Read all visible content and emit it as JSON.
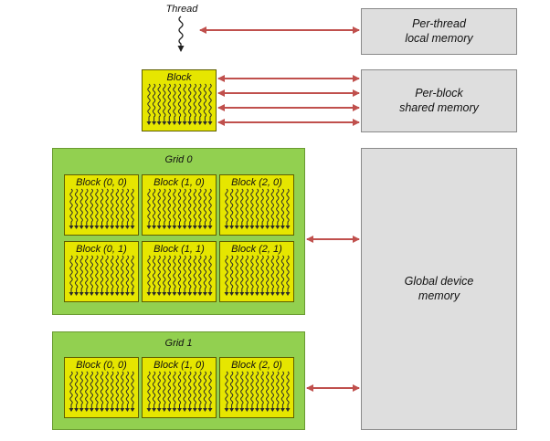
{
  "thread": {
    "label": "Thread"
  },
  "memories": {
    "local": {
      "line1": "Per-thread",
      "line2": "local memory"
    },
    "shared": {
      "line1": "Per-block",
      "line2": "shared memory"
    },
    "global": {
      "line1": "Global device",
      "line2": "memory"
    }
  },
  "single_block": {
    "label": "Block"
  },
  "grid0": {
    "label": "Grid 0",
    "blocks": [
      "Block (0, 0)",
      "Block (1, 0)",
      "Block (2, 0)",
      "Block (0, 1)",
      "Block (1, 1)",
      "Block (2, 1)"
    ]
  },
  "grid1": {
    "label": "Grid 1",
    "blocks": [
      "Block (0, 0)",
      "Block (1, 0)",
      "Block (2, 0)"
    ]
  },
  "colors": {
    "grid_fill": "#92d050",
    "block_fill": "#e6e600",
    "memory_fill": "#dedede",
    "arrow": "#c0504d"
  }
}
